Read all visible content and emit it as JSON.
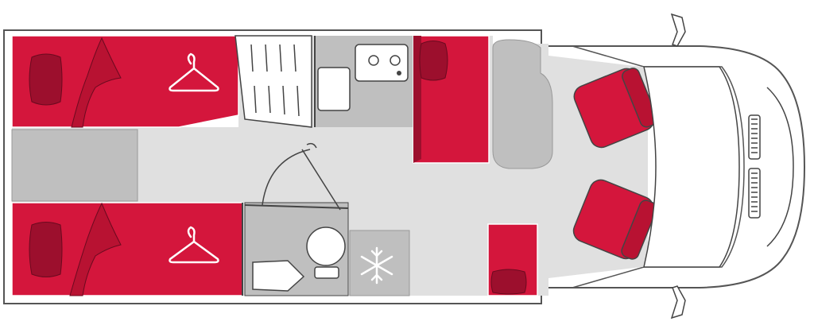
{
  "colors": {
    "accent": "#d4163c",
    "accent_dark": "#9c0f2d",
    "floor": "#e0e0e0",
    "fixture": "#bfbfbf",
    "wall": "#555555",
    "line": "#444444",
    "background": "#ffffff"
  },
  "rooms": [
    {
      "name": "rear-bed-upper",
      "icon": "hanger-icon"
    },
    {
      "name": "rear-bed-lower",
      "icon": "hanger-icon"
    },
    {
      "name": "wardrobe",
      "icon": "drawer-icon"
    },
    {
      "name": "kitchen",
      "icon": "hob-icon"
    },
    {
      "name": "dinette",
      "icon": "seat-icon"
    },
    {
      "name": "bathroom",
      "icon": "toilet-icon"
    },
    {
      "name": "fridge",
      "icon": "snowflake-icon"
    },
    {
      "name": "cab",
      "icon": "cab-seat-icon"
    }
  ]
}
